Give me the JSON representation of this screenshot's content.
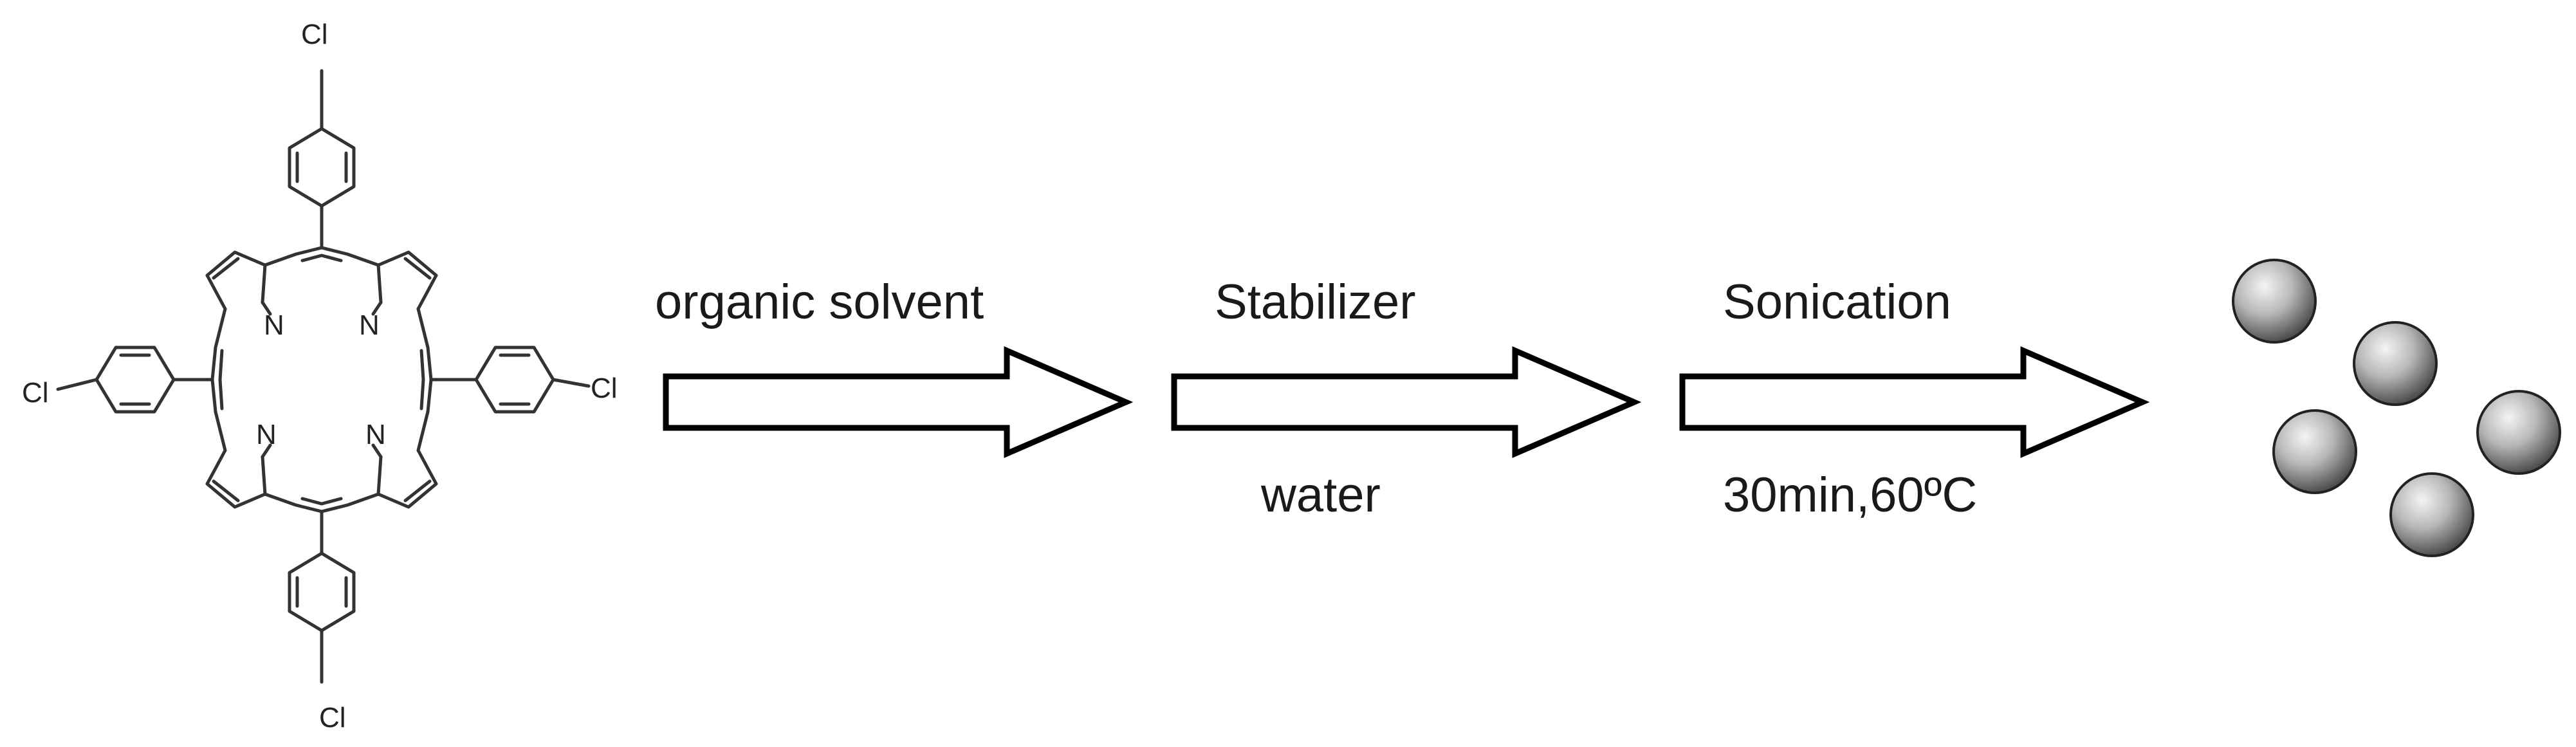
{
  "molecule": {
    "substituent_label": "Cl",
    "nitrogen_label": "N"
  },
  "steps": [
    {
      "top": "organic solvent",
      "bottom": ""
    },
    {
      "top": "Stabilizer",
      "bottom": "water"
    },
    {
      "top": "Sonication",
      "bottom": "30min,60ºC"
    }
  ],
  "product": {
    "particle_count": 5
  },
  "colors": {
    "line": "#000000",
    "bond": "#333333",
    "sphere_light": "#f4f4f4",
    "sphere_dark": "#3a3a3a"
  }
}
